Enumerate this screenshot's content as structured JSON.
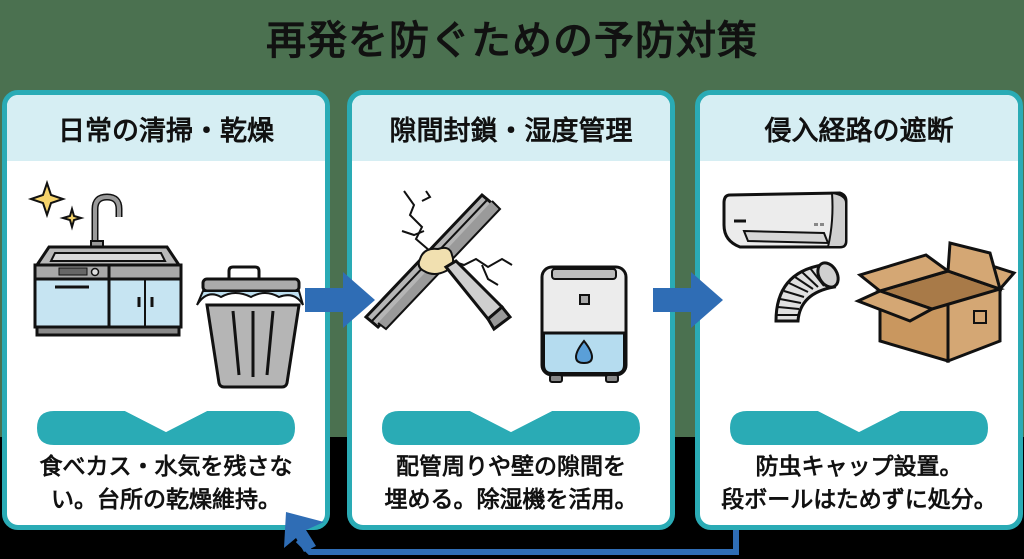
{
  "title": "再発を防ぐための予防対策",
  "colors": {
    "background_top": "#4b7150",
    "background_bottom": "#000000",
    "panel_border": "#2aabb5",
    "panel_header": "#d6eef3",
    "flow_arrow": "#2f6db5",
    "divider_bar": "#2aabb5"
  },
  "panels": [
    {
      "heading": "日常の清掃・乾燥",
      "illustrations": [
        "sparkle-icon",
        "kitchen-sink-icon",
        "trash-can-icon"
      ],
      "description_lines": [
        "食べカス・水気を残さな",
        "い。台所の乾燥維持。"
      ]
    },
    {
      "heading": "隙間封鎖・湿度管理",
      "illustrations": [
        "pipe-caulking-icon",
        "dehumidifier-icon"
      ],
      "description_lines": [
        "配管周りや壁の隙間を",
        "埋める。除湿機を活用。"
      ]
    },
    {
      "heading": "侵入経路の遮断",
      "illustrations": [
        "air-conditioner-icon",
        "drain-hose-icon",
        "cardboard-box-icon"
      ],
      "description_lines": [
        "防虫キャップ設置。",
        "段ボールはためずに処分。"
      ]
    }
  ],
  "flow": {
    "arrows": [
      "panel-1 → panel-2",
      "panel-2 → panel-3"
    ],
    "return_arrow": "panel-3 → panel-1"
  }
}
